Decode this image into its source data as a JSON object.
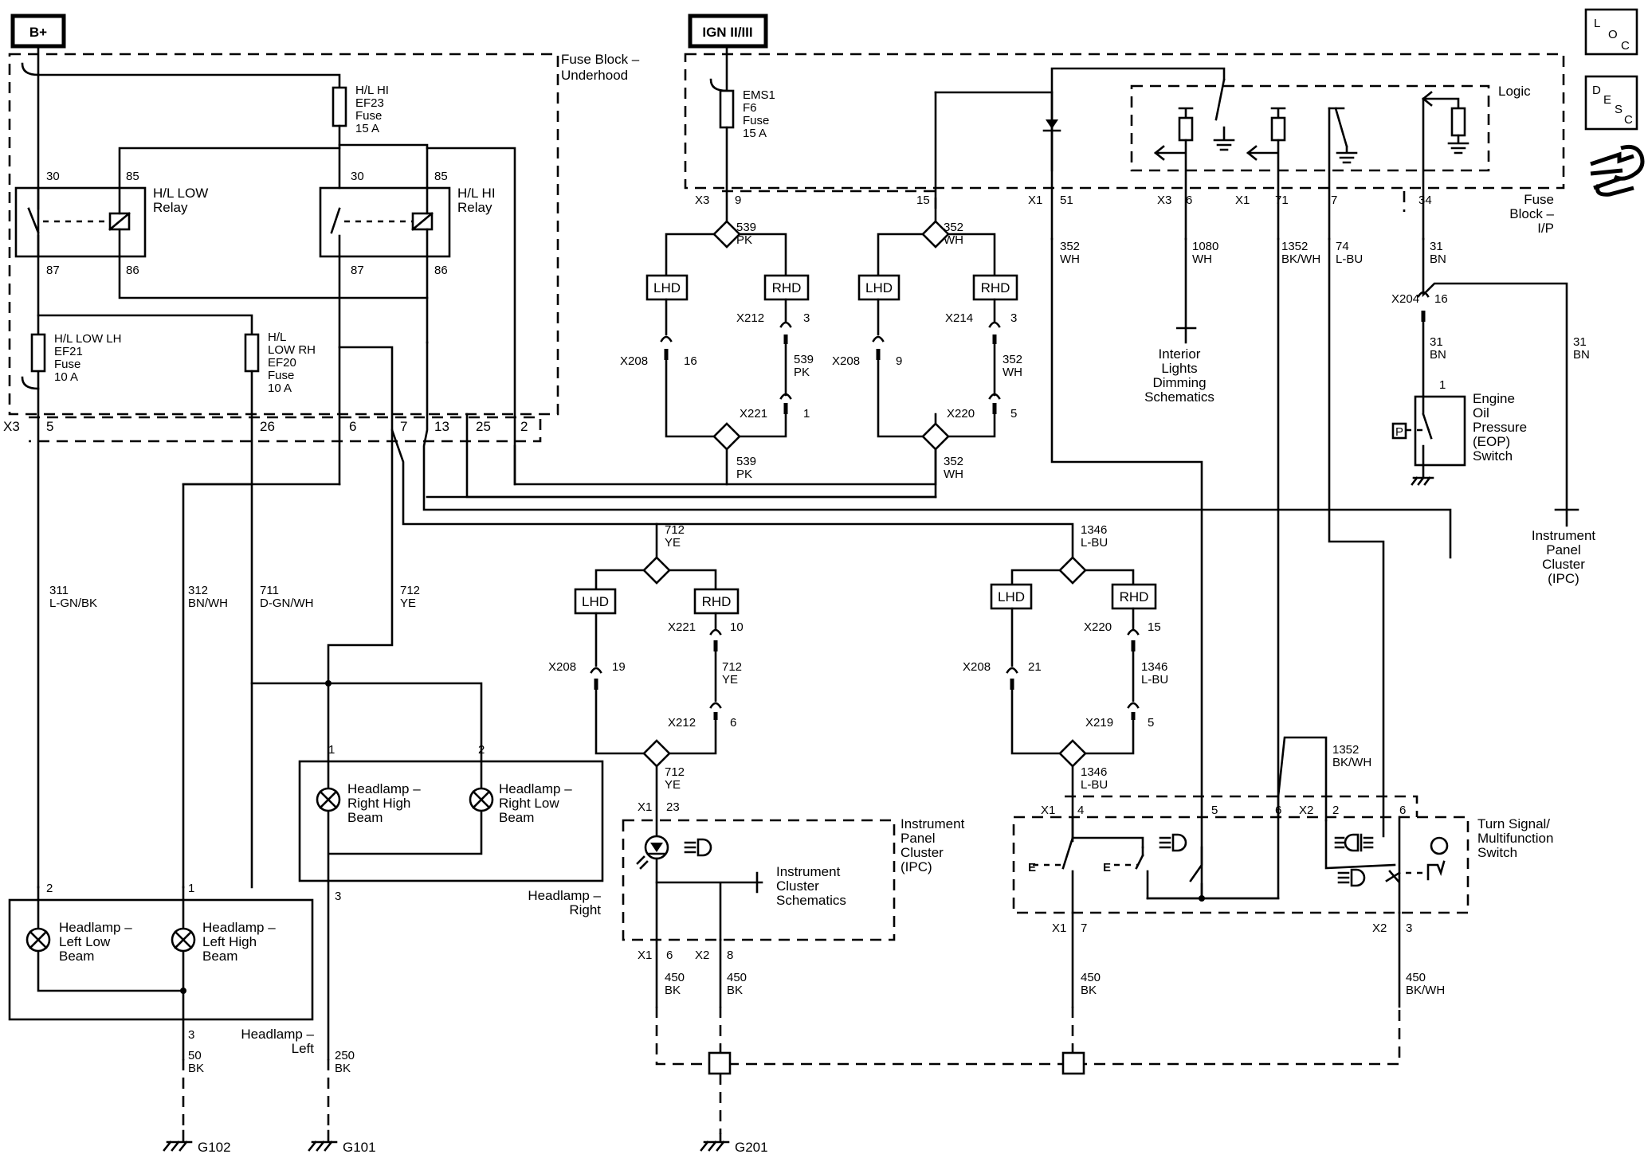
{
  "power": {
    "bplus": "B+",
    "ign": "IGN II/III"
  },
  "icons": {
    "loc": [
      "L",
      "O",
      "C"
    ],
    "desc": [
      "D",
      "E",
      "S",
      "C"
    ]
  },
  "fuseblock_uh": {
    "title1": "Fuse Block –",
    "title2": "Underhood"
  },
  "fuseblock_ip": {
    "title1": "Fuse",
    "title2": "Block –",
    "title3": "I/P"
  },
  "logic": "Logic",
  "fuses": {
    "ef23": [
      "H/L HI",
      "EF23",
      "Fuse",
      "15 A"
    ],
    "ef21": [
      "H/L LOW LH",
      "EF21",
      "Fuse",
      "10 A"
    ],
    "ef20": [
      "H/L",
      "LOW RH",
      "EF20",
      "Fuse",
      "10 A"
    ],
    "f6": [
      "EMS1",
      "F6",
      "Fuse",
      "15 A"
    ]
  },
  "relays": {
    "low": {
      "name": [
        "H/L LOW",
        "Relay"
      ],
      "pins": [
        "30",
        "85",
        "87",
        "86"
      ]
    },
    "hi": {
      "name": [
        "H/L HI",
        "Relay"
      ],
      "pins": [
        "30",
        "85",
        "87",
        "86"
      ]
    }
  },
  "x3_left": {
    "conn": "X3",
    "pins": [
      "5",
      "26",
      "6",
      "7",
      "13",
      "25",
      "2"
    ]
  },
  "ip_pins": {
    "x3": "X3",
    "p9": "9",
    "p15": "15",
    "x1a": "X1",
    "p51": "51",
    "x3b": "X3",
    "p6": "6",
    "x1b": "X1",
    "p71": "71",
    "p7": "7",
    "p34": "34"
  },
  "wires": {
    "w539a": [
      "539",
      "PK"
    ],
    "w539b": [
      "539",
      "PK"
    ],
    "w539c": [
      "539",
      "PK"
    ],
    "w352a": [
      "352",
      "WH"
    ],
    "w352b": [
      "352",
      "WH"
    ],
    "w352c": [
      "352",
      "WH"
    ],
    "w352d": [
      "352",
      "WH"
    ],
    "w1080": [
      "1080",
      "WH"
    ],
    "w1352a": [
      "1352",
      "BK/WH"
    ],
    "w74": [
      "74",
      "L-BU"
    ],
    "w31a": [
      "31",
      "BN"
    ],
    "w31b": [
      "31",
      "BN"
    ],
    "w31c": [
      "31",
      "BN"
    ],
    "w311": [
      "311",
      "L-GN/BK"
    ],
    "w312": [
      "312",
      "BN/WH"
    ],
    "w711": [
      "711",
      "D-GN/WH"
    ],
    "w712a": [
      "712",
      "YE"
    ],
    "w712b": [
      "712",
      "YE"
    ],
    "w712c": [
      "712",
      "YE"
    ],
    "w712d": [
      "712",
      "YE"
    ],
    "w1346a": [
      "1346",
      "L-BU"
    ],
    "w1346b": [
      "1346",
      "L-BU"
    ],
    "w1346c": [
      "1346",
      "L-BU"
    ],
    "w1352b": [
      "1352",
      "BK/WH"
    ],
    "w450a": [
      "450",
      "BK"
    ],
    "w450b": [
      "450",
      "BK"
    ],
    "w450c": [
      "450",
      "BK"
    ],
    "w450d": [
      "450",
      "BK/WH"
    ],
    "w50": [
      "50",
      "BK"
    ],
    "w250": [
      "250",
      "BK"
    ]
  },
  "lhd": "LHD",
  "rhd": "RHD",
  "connectors": {
    "x212a": "X212",
    "x212a_p": "3",
    "x208a": "X208",
    "x208a_p": "16",
    "x221a": "X221",
    "x221a_p": "1",
    "x214": "X214",
    "x214_p": "3",
    "x208b": "X208",
    "x208b_p": "9",
    "x220a": "X220",
    "x220a_p": "5",
    "x221b": "X221",
    "x221b_p": "10",
    "x208c": "X208",
    "x208c_p": "19",
    "x212b": "X212",
    "x212b_p": "6",
    "x220b": "X220",
    "x220b_p": "15",
    "x208d": "X208",
    "x208d_p": "21",
    "x219": "X219",
    "x219_p": "5",
    "x204": "X204",
    "x204_p": "16"
  },
  "interior": [
    "Interior",
    "Lights",
    "Dimming",
    "Schematics"
  ],
  "eop": {
    "name": [
      "Engine",
      "Oil",
      "Pressure",
      "(EOP)",
      "Switch"
    ],
    "pin": "1",
    "p": "P"
  },
  "ipc_ref": [
    "Instrument",
    "Panel",
    "Cluster",
    "(IPC)"
  ],
  "ipc": {
    "name": [
      "Instrument",
      "Panel",
      "Cluster",
      "(IPC)"
    ],
    "x1": "X1",
    "p23": "23",
    "x1b": "X1",
    "p6": "6",
    "x2": "X2",
    "p8": "8",
    "sch": [
      "Instrument",
      "Cluster",
      "Schematics"
    ]
  },
  "headlamp_right": {
    "name": [
      "Headlamp –",
      "Right"
    ],
    "hi": [
      "Headlamp –",
      "Right High",
      "Beam"
    ],
    "lo": [
      "Headlamp –",
      "Right Low",
      "Beam"
    ],
    "p1": "1",
    "p2": "2",
    "p3": "3"
  },
  "headlamp_left": {
    "name": [
      "Headlamp –",
      "Left"
    ],
    "lo": [
      "Headlamp –",
      "Left Low",
      "Beam"
    ],
    "hi": [
      "Headlamp –",
      "Left High",
      "Beam"
    ],
    "p2": "2",
    "p1": "1",
    "p3": "3"
  },
  "tsms": {
    "name": [
      "Turn Signal/",
      "Multifunction",
      "Switch"
    ],
    "x1": "X1",
    "p4": "4",
    "p5": "5",
    "p6": "6",
    "x2": "X2",
    "p2": "2",
    "p6b": "6",
    "x1b": "X1",
    "p7": "7",
    "x2b": "X2",
    "p3": "3",
    "e1": "E",
    "e2": "E"
  },
  "grounds": {
    "g102": "G102",
    "g101": "G101",
    "g201": "G201"
  }
}
